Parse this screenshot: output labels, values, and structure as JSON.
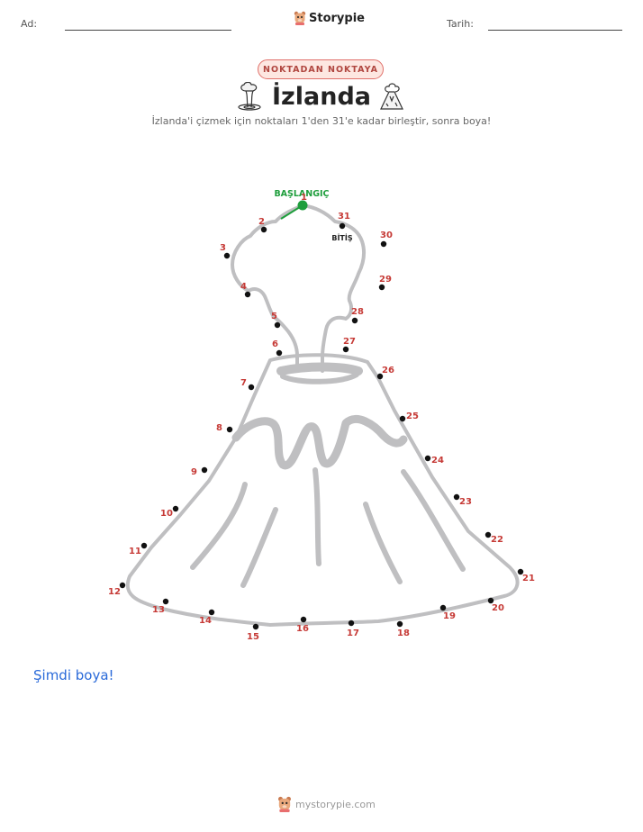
{
  "header": {
    "name_label": "Ad:",
    "date_label": "Tarih:",
    "brand": "Storypie"
  },
  "badge": "NOKTADAN NOKTAYA",
  "title": "İzlanda",
  "subtitle": "İzlanda'i çizmek için noktaları 1'den 31'e kadar birleştir, sonra boya!",
  "puzzle": {
    "start_label": "BAŞLANGIÇ",
    "finish_label": "BİTİŞ",
    "dots": [
      "1",
      "2",
      "3",
      "4",
      "5",
      "6",
      "7",
      "8",
      "9",
      "10",
      "11",
      "12",
      "13",
      "14",
      "15",
      "16",
      "17",
      "18",
      "19",
      "20",
      "21",
      "22",
      "23",
      "24",
      "25",
      "26",
      "27",
      "28",
      "29",
      "30",
      "31"
    ]
  },
  "paint_prompt": "Şimdi boya!",
  "footer": {
    "url": "mystorypie.com"
  },
  "icons": {
    "title_left": "geyser-icon",
    "title_right": "volcano-icon",
    "brand": "storypie-mascot-icon"
  },
  "colors": {
    "accent_red": "#c63a36",
    "start_green": "#1e9e3c",
    "paint_blue": "#2a6ad9",
    "outline_grey": "#bfbfc1"
  }
}
